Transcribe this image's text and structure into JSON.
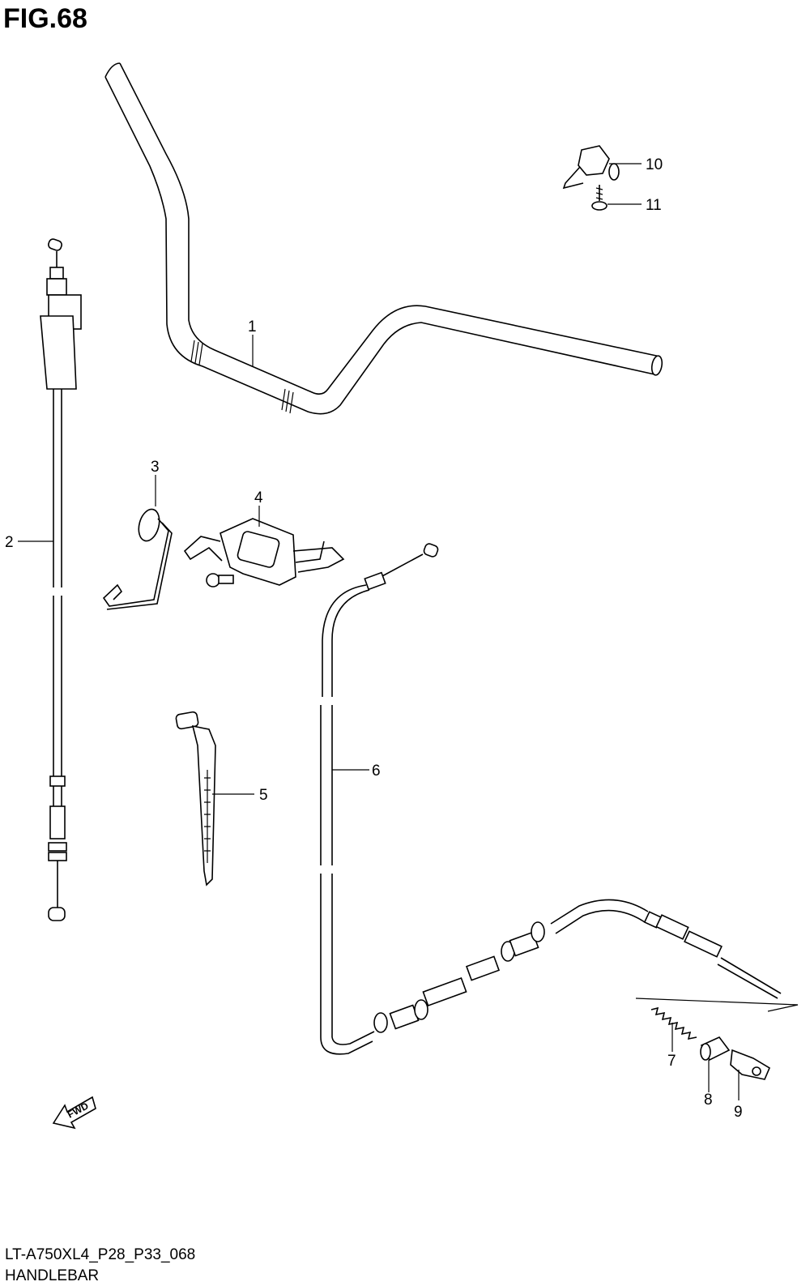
{
  "figure": {
    "title": "FIG.68",
    "footer_code": "LT-A750XL4_P28_P33_068",
    "footer_name": "HANDLEBAR",
    "fwd_label": "FWD"
  },
  "parts": [
    {
      "ref": "1"
    },
    {
      "ref": "2"
    },
    {
      "ref": "3"
    },
    {
      "ref": "4"
    },
    {
      "ref": "5"
    },
    {
      "ref": "6"
    },
    {
      "ref": "7"
    },
    {
      "ref": "8"
    },
    {
      "ref": "9"
    },
    {
      "ref": "10"
    },
    {
      "ref": "11"
    }
  ]
}
